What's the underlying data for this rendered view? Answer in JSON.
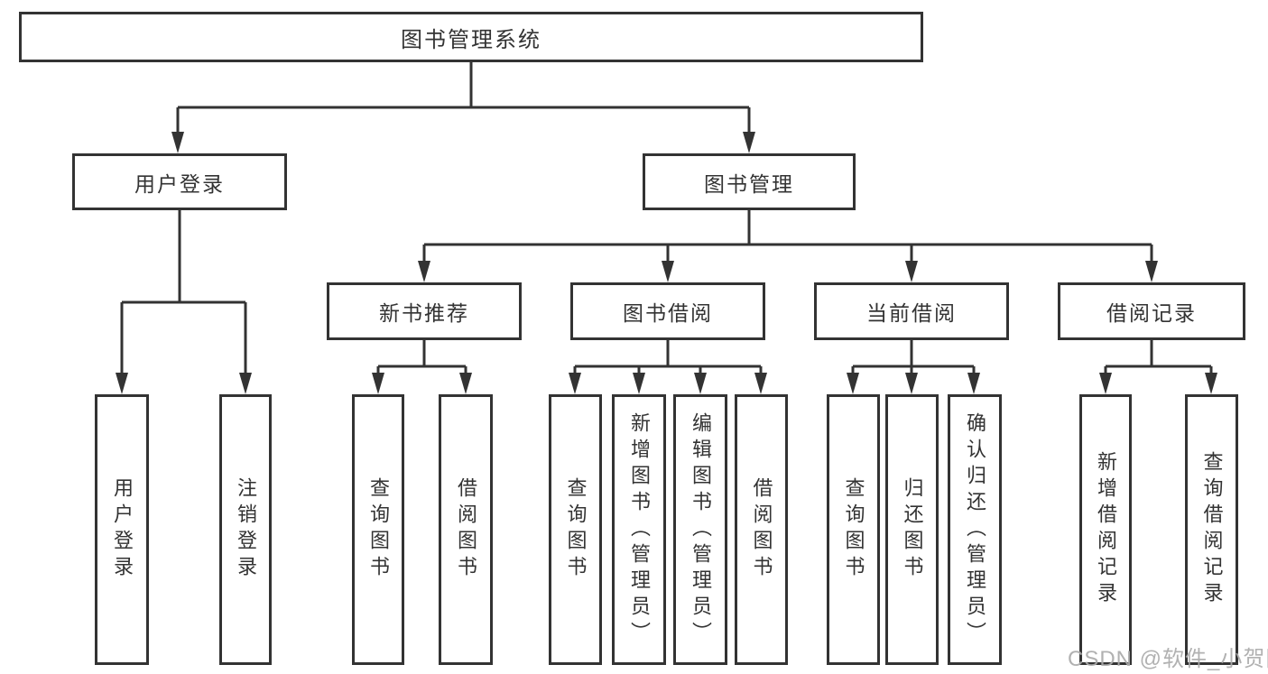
{
  "tree": {
    "root": {
      "label": "图书管理系统"
    },
    "branches": [
      {
        "label": "用户登录",
        "children": [
          {
            "label": "用户登录"
          },
          {
            "label": "注销登录"
          }
        ]
      },
      {
        "label": "图书管理",
        "children": [
          {
            "label": "新书推荐",
            "children": [
              {
                "label": "查询图书"
              },
              {
                "label": "借阅图书"
              }
            ]
          },
          {
            "label": "图书借阅",
            "children": [
              {
                "label": "查询图书"
              },
              {
                "label": "新增图书（管理员）"
              },
              {
                "label": "编辑图书（管理员）"
              },
              {
                "label": "借阅图书"
              }
            ]
          },
          {
            "label": "当前借阅",
            "children": [
              {
                "label": "查询图书"
              },
              {
                "label": "归还图书"
              },
              {
                "label": "确认归还（管理员）"
              }
            ]
          },
          {
            "label": "借阅记录",
            "children": [
              {
                "label": "新增借阅记录"
              },
              {
                "label": "查询借阅记录"
              }
            ]
          }
        ]
      }
    ]
  },
  "watermark": "CSDN @软件_小贺同学",
  "colors": {
    "line": "#333333",
    "box_border": "#333333",
    "background": "#ffffff",
    "watermark": "#ababab"
  }
}
